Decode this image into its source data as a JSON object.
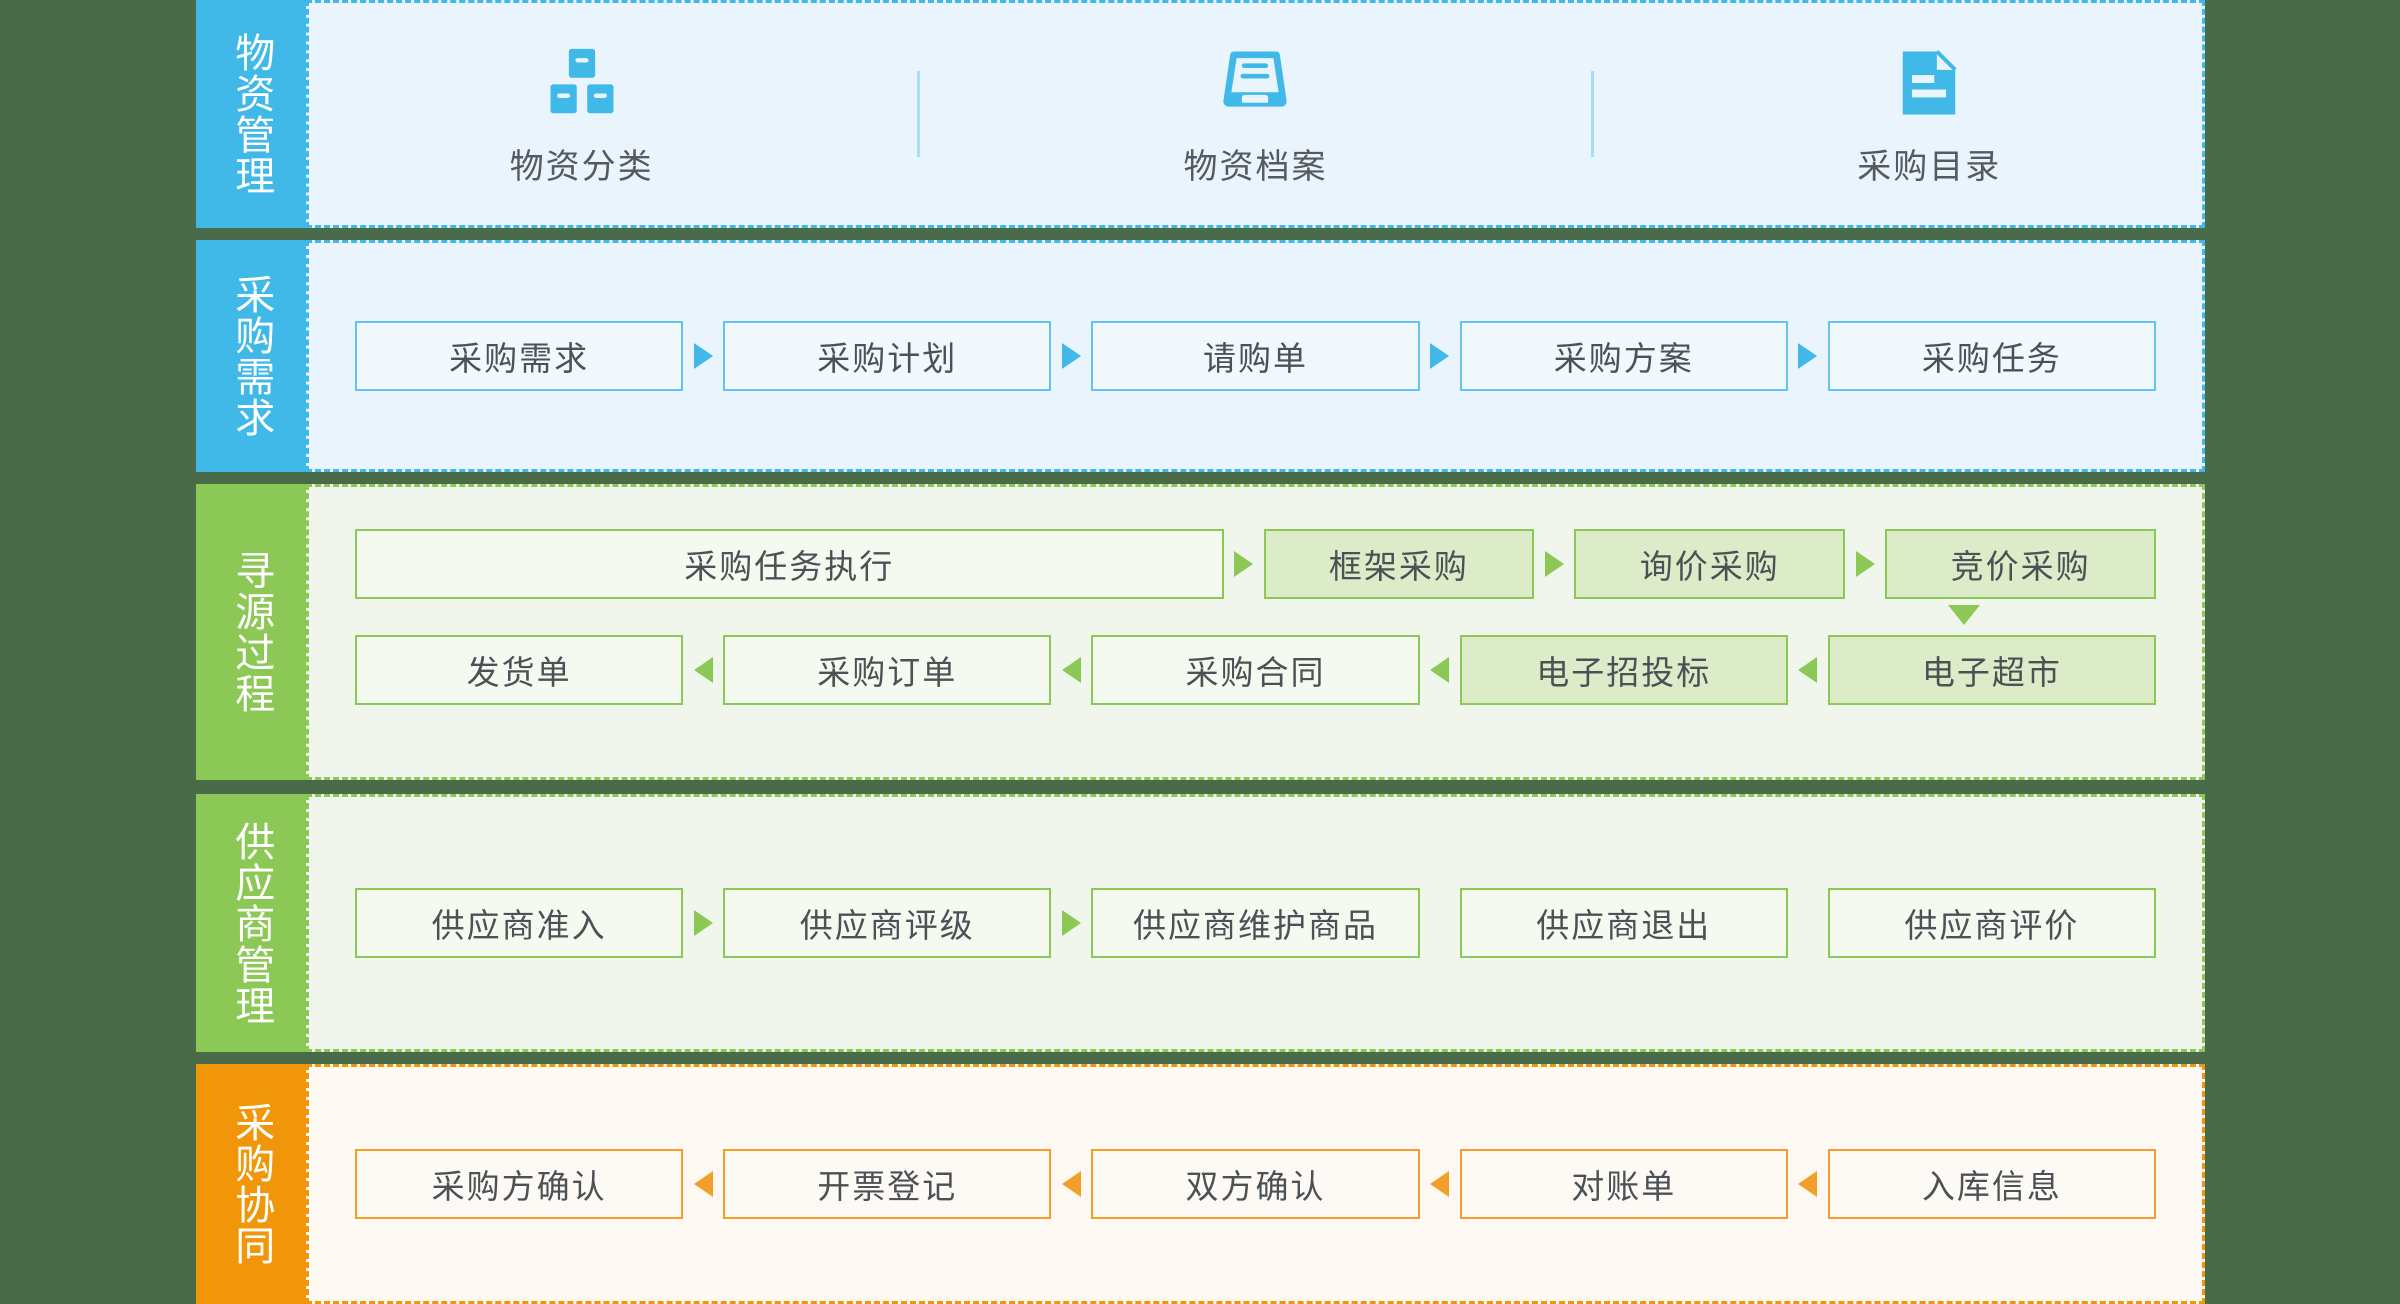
{
  "colors": {
    "page_background": "#4a6b4a",
    "blue": "#40b8e8",
    "green": "#8cc855",
    "orange": "#f09608",
    "blue_panel": "#eaf4fc",
    "green_panel": "#f0f6ec",
    "orange_panel": "#fdf8f1",
    "green_fill": "#dcebc8",
    "text": "#4b5155"
  },
  "rows": [
    {
      "id": "material-management",
      "title": "物资管理",
      "theme": "blue",
      "items": [
        {
          "icon": "boxes-stack-icon",
          "label": "物资分类"
        },
        {
          "icon": "inbox-tray-icon",
          "label": "物资档案"
        },
        {
          "icon": "document-folded-icon",
          "label": "采购目录"
        }
      ]
    },
    {
      "id": "purchase-requirement",
      "title": "采购需求",
      "theme": "blue",
      "steps": [
        {
          "label": "采购需求",
          "arrow_after": "right"
        },
        {
          "label": "采购计划",
          "arrow_after": "right"
        },
        {
          "label": "请购单",
          "arrow_after": "right"
        },
        {
          "label": "采购方案",
          "arrow_after": "right"
        },
        {
          "label": "采购任务",
          "arrow_after": "none"
        }
      ]
    },
    {
      "id": "sourcing-process",
      "title": "寻源过程",
      "theme": "green",
      "line_one": [
        {
          "label": "采购任务执行",
          "filled": false,
          "wide": true,
          "arrow_after": "right"
        },
        {
          "label": "框架采购",
          "filled": true,
          "arrow_after": "right"
        },
        {
          "label": "询价采购",
          "filled": true,
          "arrow_after": "right"
        },
        {
          "label": "竞价采购",
          "filled": true,
          "arrow_after": "none"
        }
      ],
      "line_two": [
        {
          "label": "发货单",
          "filled": false,
          "arrow_after": "left"
        },
        {
          "label": "采购订单",
          "filled": false,
          "arrow_after": "left"
        },
        {
          "label": "采购合同",
          "filled": false,
          "arrow_after": "left"
        },
        {
          "label": "电子招投标",
          "filled": true,
          "arrow_after": "left"
        },
        {
          "label": "电子超市",
          "filled": true,
          "arrow_after": "none"
        }
      ],
      "down_arrow_between": "竞价采购 → 电子超市"
    },
    {
      "id": "supplier-management",
      "title": "供应商管理",
      "theme": "green",
      "steps": [
        {
          "label": "供应商准入",
          "arrow_after": "right"
        },
        {
          "label": "供应商评级",
          "arrow_after": "right"
        },
        {
          "label": "供应商维护商品",
          "arrow_after": "none"
        },
        {
          "label": "供应商退出",
          "arrow_after": "none"
        },
        {
          "label": "供应商评价",
          "arrow_after": "none"
        }
      ]
    },
    {
      "id": "purchase-collaboration",
      "title": "采购协同",
      "theme": "orange",
      "steps": [
        {
          "label": "采购方确认",
          "arrow_after": "left"
        },
        {
          "label": "开票登记",
          "arrow_after": "left"
        },
        {
          "label": "双方确认",
          "arrow_after": "left"
        },
        {
          "label": "对账单",
          "arrow_after": "left"
        },
        {
          "label": "入库信息",
          "arrow_after": "none"
        }
      ]
    }
  ]
}
